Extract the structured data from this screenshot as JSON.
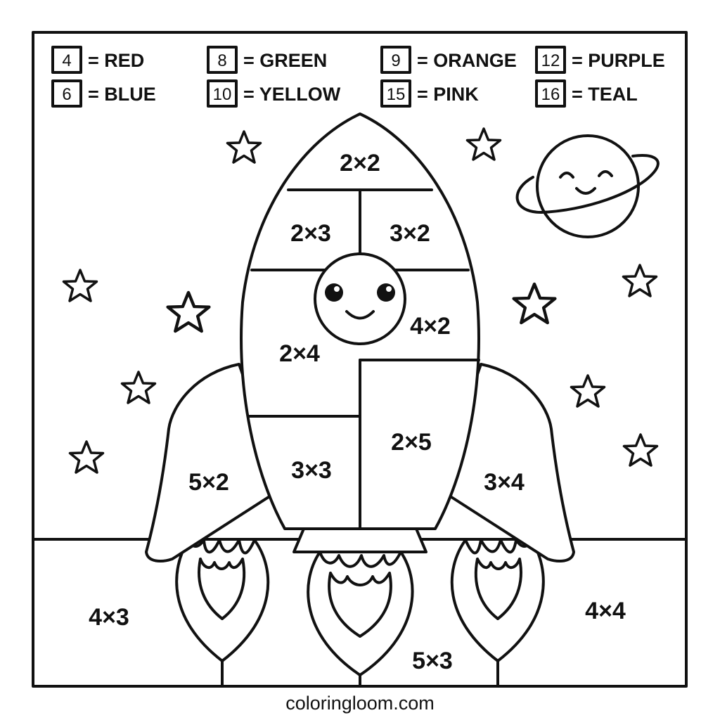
{
  "color_key": [
    {
      "number": "4",
      "color": "RED"
    },
    {
      "number": "6",
      "color": "BLUE"
    },
    {
      "number": "8",
      "color": "GREEN"
    },
    {
      "number": "10",
      "color": "YELLOW"
    },
    {
      "number": "9",
      "color": "ORANGE"
    },
    {
      "number": "15",
      "color": "PINK"
    },
    {
      "number": "12",
      "color": "PURPLE"
    },
    {
      "number": "16",
      "color": "TEAL"
    }
  ],
  "problems": {
    "nose": "2×2",
    "upper_left": "2×3",
    "upper_right": "3×2",
    "middle_left": "2×4",
    "middle_right": "4×2",
    "lower_left": "3×3",
    "lower_right": "2×5",
    "left_fin": "5×2",
    "right_fin": "3×4",
    "ground_left": "4×3",
    "ground_center": "5×3",
    "ground_right": "4×4"
  },
  "footer": "coloringloom.com",
  "colors": {
    "ink": "#111111",
    "paper": "#ffffff"
  }
}
